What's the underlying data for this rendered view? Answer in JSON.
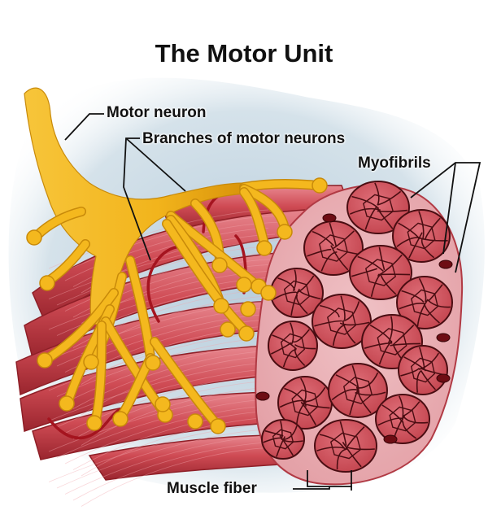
{
  "title": "The Motor Unit",
  "labels": {
    "motor_neuron": "Motor neuron",
    "branches": "Branches of motor neurons",
    "myofibrils": "Myofibrils",
    "muscle_fiber": "Muscle fiber"
  },
  "colors": {
    "neuron": "#f4b81e",
    "neuron_dark": "#d9930a",
    "muscle": "#c9434a",
    "muscle_light": "#e57a82",
    "muscle_dark": "#8e1f27",
    "myofibril_fill": "#d9626c",
    "myofibril_outline": "#4a0d12",
    "backdrop": "#c7d7e2"
  }
}
